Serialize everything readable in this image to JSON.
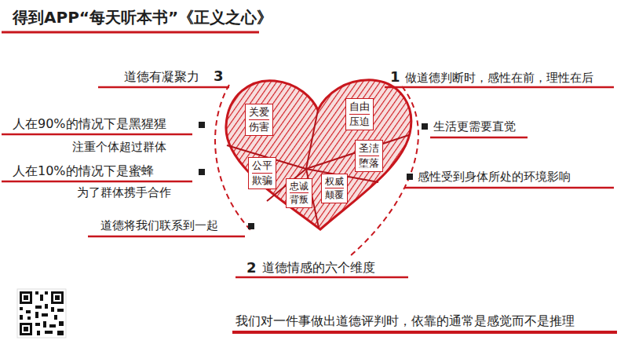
{
  "diagram": {
    "title": "得到APP“每天听本书”《正义之心》",
    "nodes": [
      {
        "text": [
          "关爱",
          "伤害"
        ]
      },
      {
        "text": [
          "自由",
          "压迫"
        ]
      },
      {
        "text": [
          "圣洁",
          "堕落"
        ]
      },
      {
        "text": [
          "权威",
          "颠覆"
        ]
      },
      {
        "text": [
          "忠诚",
          "背叛"
        ]
      },
      {
        "text": [
          "公平",
          "欺骗"
        ]
      }
    ],
    "labels": [
      "道德有凝聚力",
      "3",
      "1",
      "做道德判断时，感性在前，理性在后",
      "人在90%的情况下是黑猩猩",
      "注重个体超过群体",
      "生活更需要直觉",
      "人在10%的情况下是蜜蜂",
      "为了群体携手合作",
      "感性受到身体所处的环境影响",
      "道德将我们联系到一起",
      "2",
      "道德情感的六个维度",
      "我们对一件事做出道德评判时，依靠的通常是感觉而不是推理"
    ]
  }
}
